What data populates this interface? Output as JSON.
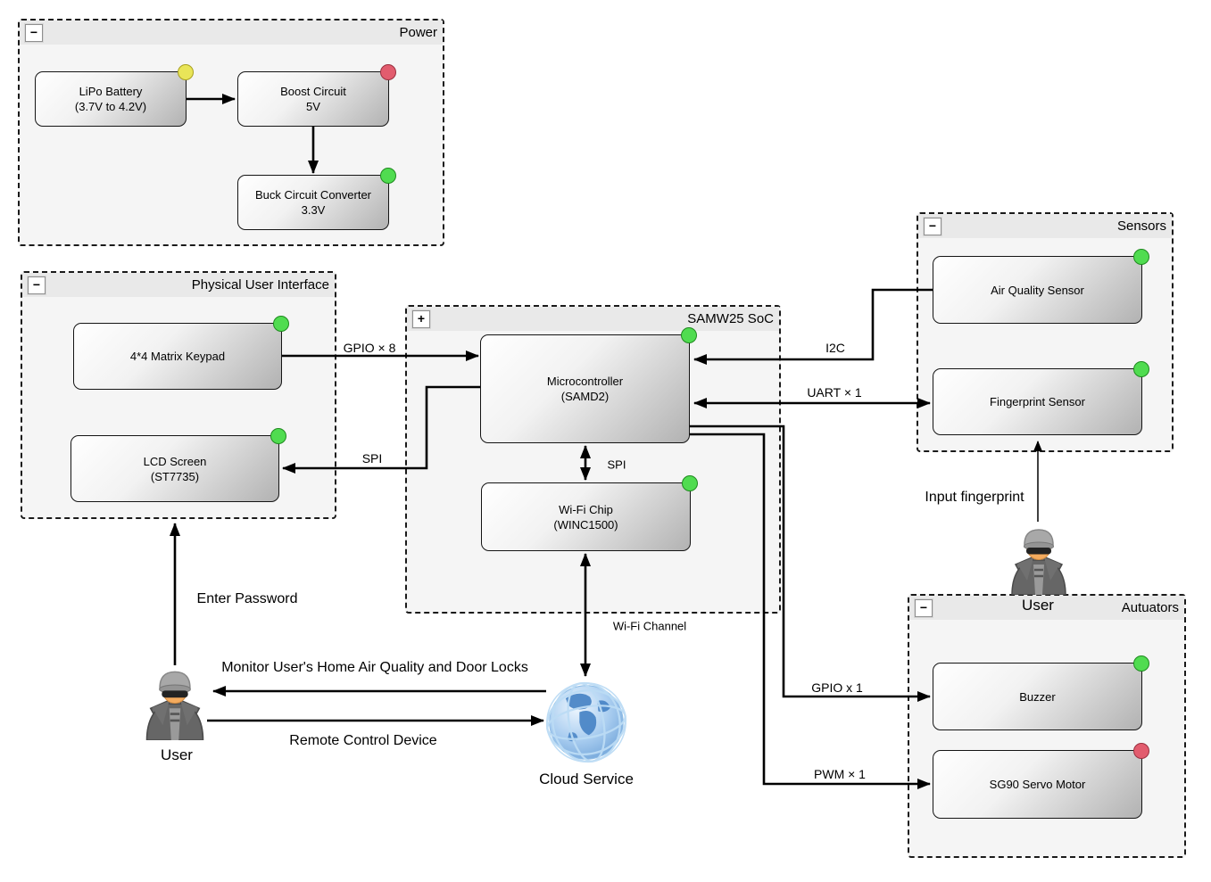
{
  "diagram": {
    "containers": {
      "power": {
        "title": "Power",
        "collapse": "−"
      },
      "pui": {
        "title": "Physical User Interface",
        "collapse": "−"
      },
      "soc": {
        "title": "SAMW25 SoC",
        "collapse": "+"
      },
      "sensors": {
        "title": "Sensors",
        "collapse": "−"
      },
      "actuators": {
        "title": "Autuators",
        "collapse": "−"
      }
    },
    "blocks": {
      "lipo": {
        "line1": "LiPo Battery",
        "line2": "(3.7V to 4.2V)",
        "status": "yellow"
      },
      "boost": {
        "line1": "Boost Circuit",
        "line2": "5V",
        "status": "red"
      },
      "buck": {
        "line1": "Buck Circuit Converter",
        "line2": "3.3V",
        "status": "green"
      },
      "keypad": {
        "line1": "4*4 Matrix Keypad",
        "line2": "",
        "status": "green"
      },
      "lcd": {
        "line1": "LCD Screen",
        "line2": "(ST7735)",
        "status": "green"
      },
      "mcu": {
        "line1": "Microcontroller",
        "line2": "(SAMD2)",
        "status": "green"
      },
      "wifi": {
        "line1": "Wi-Fi Chip",
        "line2": "(WINC1500)",
        "status": "green"
      },
      "airq": {
        "line1": "Air Quality Sensor",
        "line2": "",
        "status": "green"
      },
      "finger": {
        "line1": "Fingerprint Sensor",
        "line2": "",
        "status": "green"
      },
      "buzzer": {
        "line1": "Buzzer",
        "line2": "",
        "status": "green"
      },
      "servo": {
        "line1": "SG90 Servo Motor",
        "line2": "",
        "status": "red"
      }
    },
    "edge_labels": {
      "gpio8": "GPIO × 8",
      "spi_lcd": "SPI",
      "spi_wifi": "SPI",
      "i2c": "I2C",
      "uart": "UART × 1",
      "gpio1": "GPIO x 1",
      "pwm1": "PWM × 1",
      "wifi_channel": "Wi-Fi Channel",
      "enter_password": "Enter Password",
      "monitor": "Monitor User's Home Air Quality and Door Locks",
      "remote": "Remote Control Device",
      "input_fingerprint": "Input fingerprint"
    },
    "actors": {
      "user_left_label": "User",
      "user_right_label": "User",
      "cloud_label": "Cloud Service"
    },
    "status_colors": {
      "green": "#50dc50",
      "yellow": "#e9e558",
      "red": "#e25c6e"
    },
    "status_borders": {
      "green": "#1f8a1f",
      "yellow": "#a8a020",
      "red": "#99303f"
    }
  }
}
